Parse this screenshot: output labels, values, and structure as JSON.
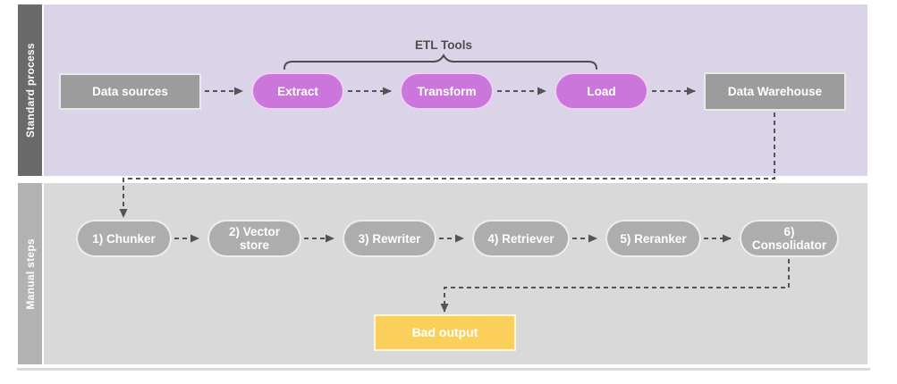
{
  "lanes": {
    "standard": {
      "label": "Standard process",
      "brace_label": "ETL Tools",
      "nodes": {
        "data_sources": "Data sources",
        "extract": "Extract",
        "transform": "Transform",
        "load": "Load",
        "data_warehouse": "Data Warehouse"
      }
    },
    "manual": {
      "label": "Manual steps",
      "steps": [
        "1) Chunker",
        "2) Vector store",
        "3) Rewriter",
        "4) Retriever",
        "5) Reranker",
        "6) Consolidator"
      ],
      "bad_output": "Bad output"
    }
  },
  "colors": {
    "standard_lane_bg": "#DBD4E8",
    "standard_label_bg": "#6A6A6A",
    "manual_lane_bg": "#D9D9D9",
    "manual_label_bg": "#B2B2B2",
    "etl_pill": "#CB76DB",
    "gray_box": "#9C9C9C",
    "manual_pill": "#ADADAD",
    "bad_output_box": "#FACF5A",
    "connector": "#545454"
  }
}
